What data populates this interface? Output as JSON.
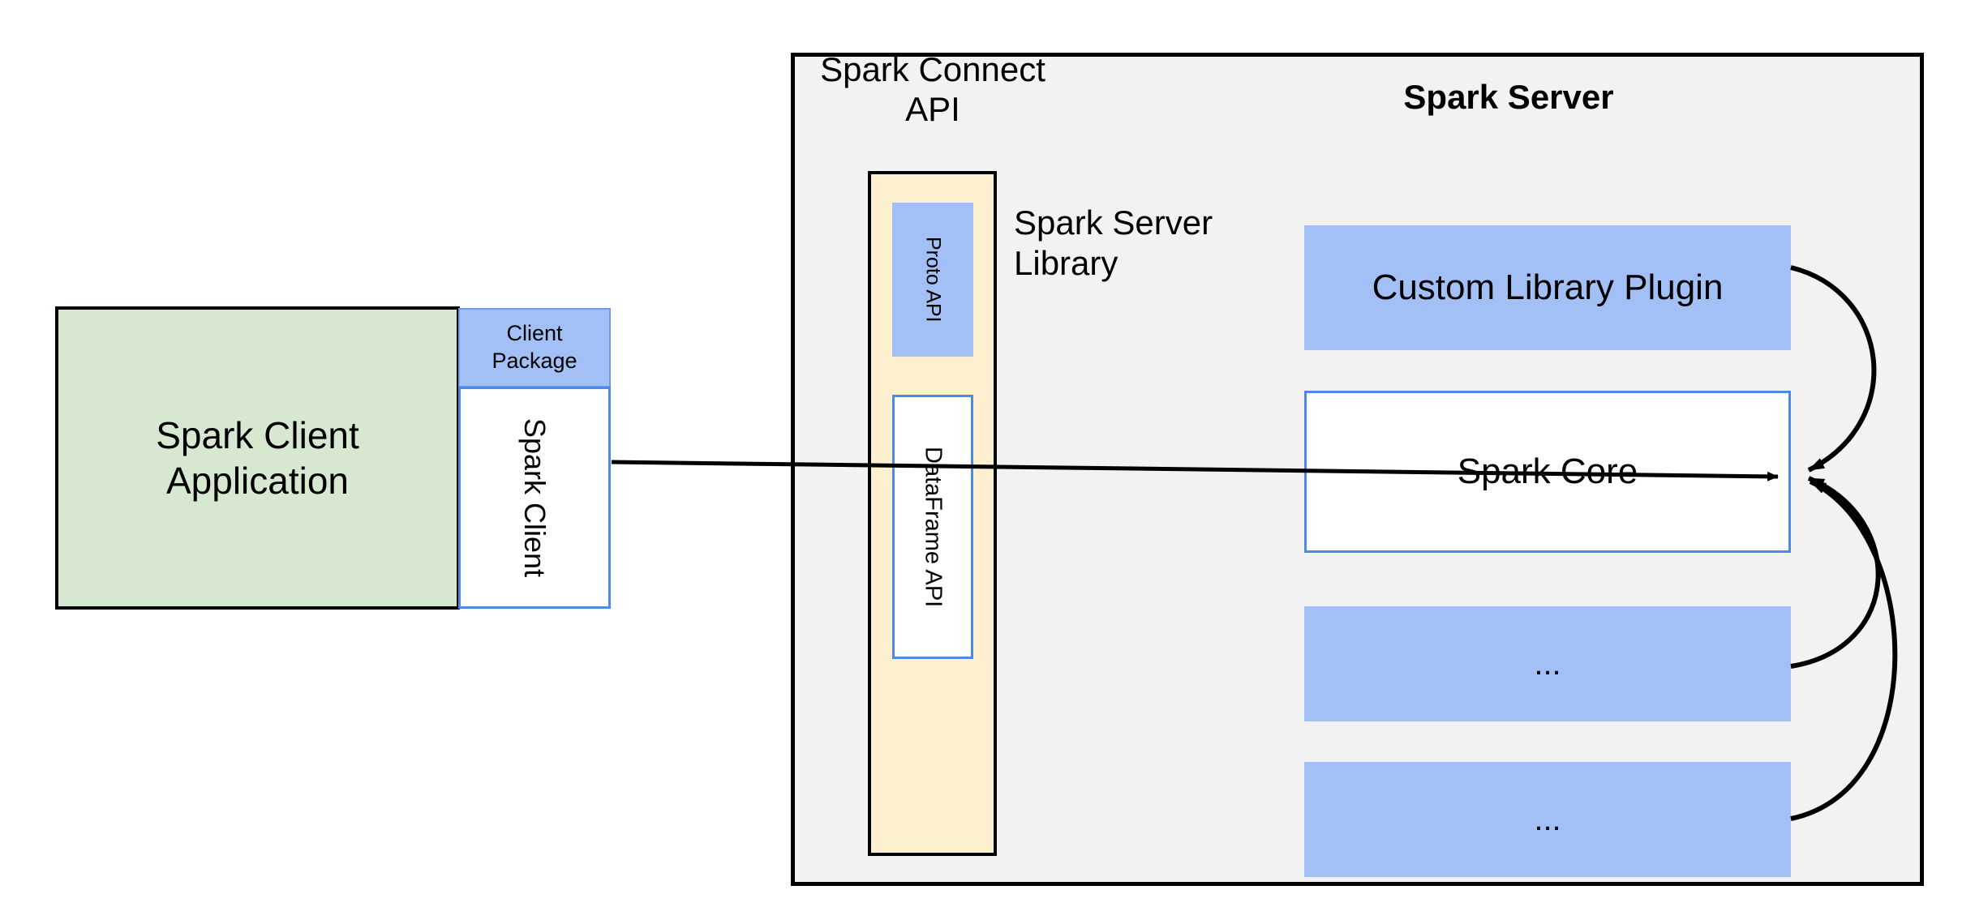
{
  "diagram": {
    "title": "Spark Connect architecture",
    "client": {
      "application_label": "Spark Client\nApplication",
      "application_line1": "Spark Client",
      "application_line2": "Application",
      "client_package_label": "Client Package",
      "client_package_line1": "Client",
      "client_package_line2": "Package",
      "spark_client_label": "Spark Client"
    },
    "server": {
      "panel_title": "Spark Server",
      "connect_api_label": "Spark Connect API",
      "connect_api_line1": "Spark Connect",
      "connect_api_line2": "API",
      "server_library_label": "Spark Server Library",
      "server_library_line1": "Spark Server",
      "server_library_line2": "Library",
      "proto_api_label": "Proto API",
      "dataframe_api_label": "DataFrame API",
      "components": [
        {
          "label": "Custom Library Plugin",
          "kind": "plugin"
        },
        {
          "label": "Spark Core",
          "kind": "core"
        },
        {
          "label": "...",
          "kind": "placeholder"
        },
        {
          "label": "...",
          "kind": "placeholder"
        }
      ]
    },
    "connectors": [
      {
        "name": "client-to-core",
        "from": "Spark Client",
        "to": "Spark Core",
        "style": "straight-arrow"
      },
      {
        "name": "plugin-to-core",
        "from": "Custom Library Plugin",
        "to": "Spark Core",
        "style": "curved-arrow"
      },
      {
        "name": "placeholder1-to-core",
        "from": "...",
        "to": "Spark Core",
        "style": "curved-arrow"
      },
      {
        "name": "placeholder2-to-core",
        "from": "...",
        "to": "Spark Core",
        "style": "curved-arrow"
      }
    ],
    "colors": {
      "client_app_fill": "#D7E8D0",
      "blue_fill": "#A2C0F5",
      "blue_stroke": "#4D8AE8",
      "yellow_fill": "#FDF0CE",
      "panel_fill": "#F2F2F2",
      "outline": "#000000",
      "text": "#000000"
    }
  }
}
